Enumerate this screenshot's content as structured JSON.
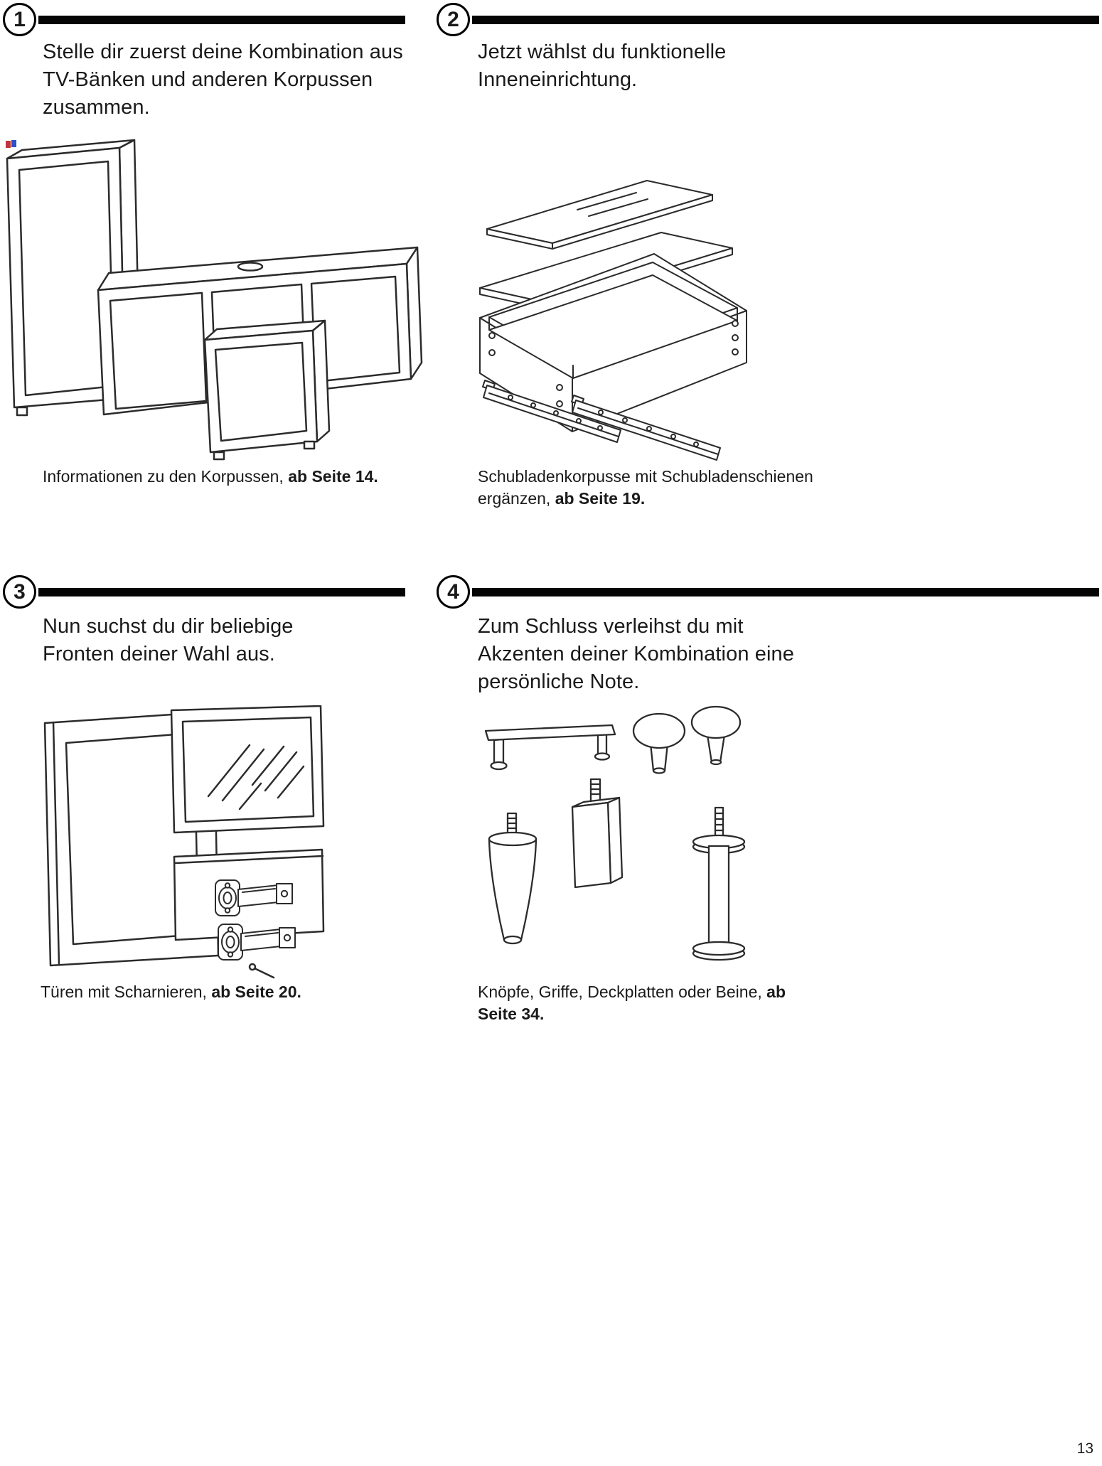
{
  "page": {
    "number": "13"
  },
  "artifact": {
    "red_color": "#c03538",
    "blue_color": "#2b50c8"
  },
  "steps": [
    {
      "number": "1",
      "heading": "Stelle dir zuerst deine Kombination aus TV-Bänken und anderen Korpussen zusammen.",
      "caption": "Informationen zu den Korpussen, ",
      "caption_bold": "ab Seite 14.",
      "illustration": "tv-bench-and-storage-frames"
    },
    {
      "number": "2",
      "heading": "Jetzt wählst du funktionelle Inneneinrichtung.",
      "caption": "Schubladenkorpusse mit Schubladenschienen ergänzen, ",
      "caption_bold": "ab Seite 19.",
      "illustration": "drawer-parts-with-rails"
    },
    {
      "number": "3",
      "heading": "Nun suchst du dir beliebige Fronten deiner Wahl aus.",
      "caption": "Türen mit Scharnieren, ",
      "caption_bold": "ab Seite 20.",
      "illustration": "doors-fronts-and-hinges"
    },
    {
      "number": "4",
      "heading": "Zum Schluss verleihst du mit Akzenten deiner Kombination eine persönliche Note.",
      "caption": "Knöpfe, Griffe, Deckplatten oder Beine, ",
      "caption_bold": "ab Seite 34.",
      "illustration": "knobs-handles-and-legs"
    }
  ]
}
